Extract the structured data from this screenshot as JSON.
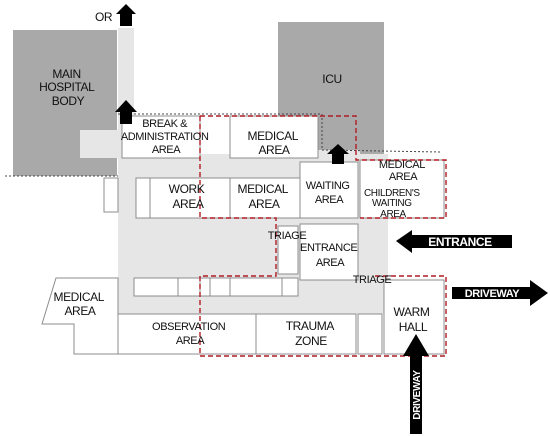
{
  "labels": {
    "or": "OR",
    "main_hospital": [
      "MAIN",
      "HOSPITAL",
      "BODY"
    ],
    "icu": "ICU",
    "break_admin": [
      "BREAK &",
      "ADMINISTRATION",
      "AREA"
    ],
    "medical_top": [
      "MEDICAL",
      "AREA"
    ],
    "work_area": [
      "WORK",
      "AREA"
    ],
    "medical_mid": [
      "MEDICAL",
      "AREA"
    ],
    "waiting_area": [
      "WAITING",
      "AREA"
    ],
    "medical_right": [
      "MEDICAL",
      "AREA"
    ],
    "childrens_waiting": [
      "CHILDREN'S",
      "WAITING",
      "AREA"
    ],
    "triage_left": "TRIAGE",
    "entrance_area": [
      "ENTRANCE",
      "AREA"
    ],
    "triage_right": "TRIAGE",
    "entrance_arrow": "ENTRANCE",
    "driveway_right": "DRIVEWAY",
    "driveway_bottom": "DRIVEWAY",
    "medical_left": [
      "MEDICAL",
      "AREA"
    ],
    "observation_area": [
      "OBSERVATION",
      "AREA"
    ],
    "trauma_zone": [
      "TRAUMA",
      "ZONE"
    ],
    "warm_hall": [
      "WARM",
      "HALL"
    ]
  },
  "colors": {
    "building_dark": "#a9a9a9",
    "corridor_light": "#e6e6e6",
    "room_fill": "#ffffff",
    "room_stroke": "#8c8c8c",
    "zone_dash": "#b01c24",
    "arrow": "#000000"
  }
}
